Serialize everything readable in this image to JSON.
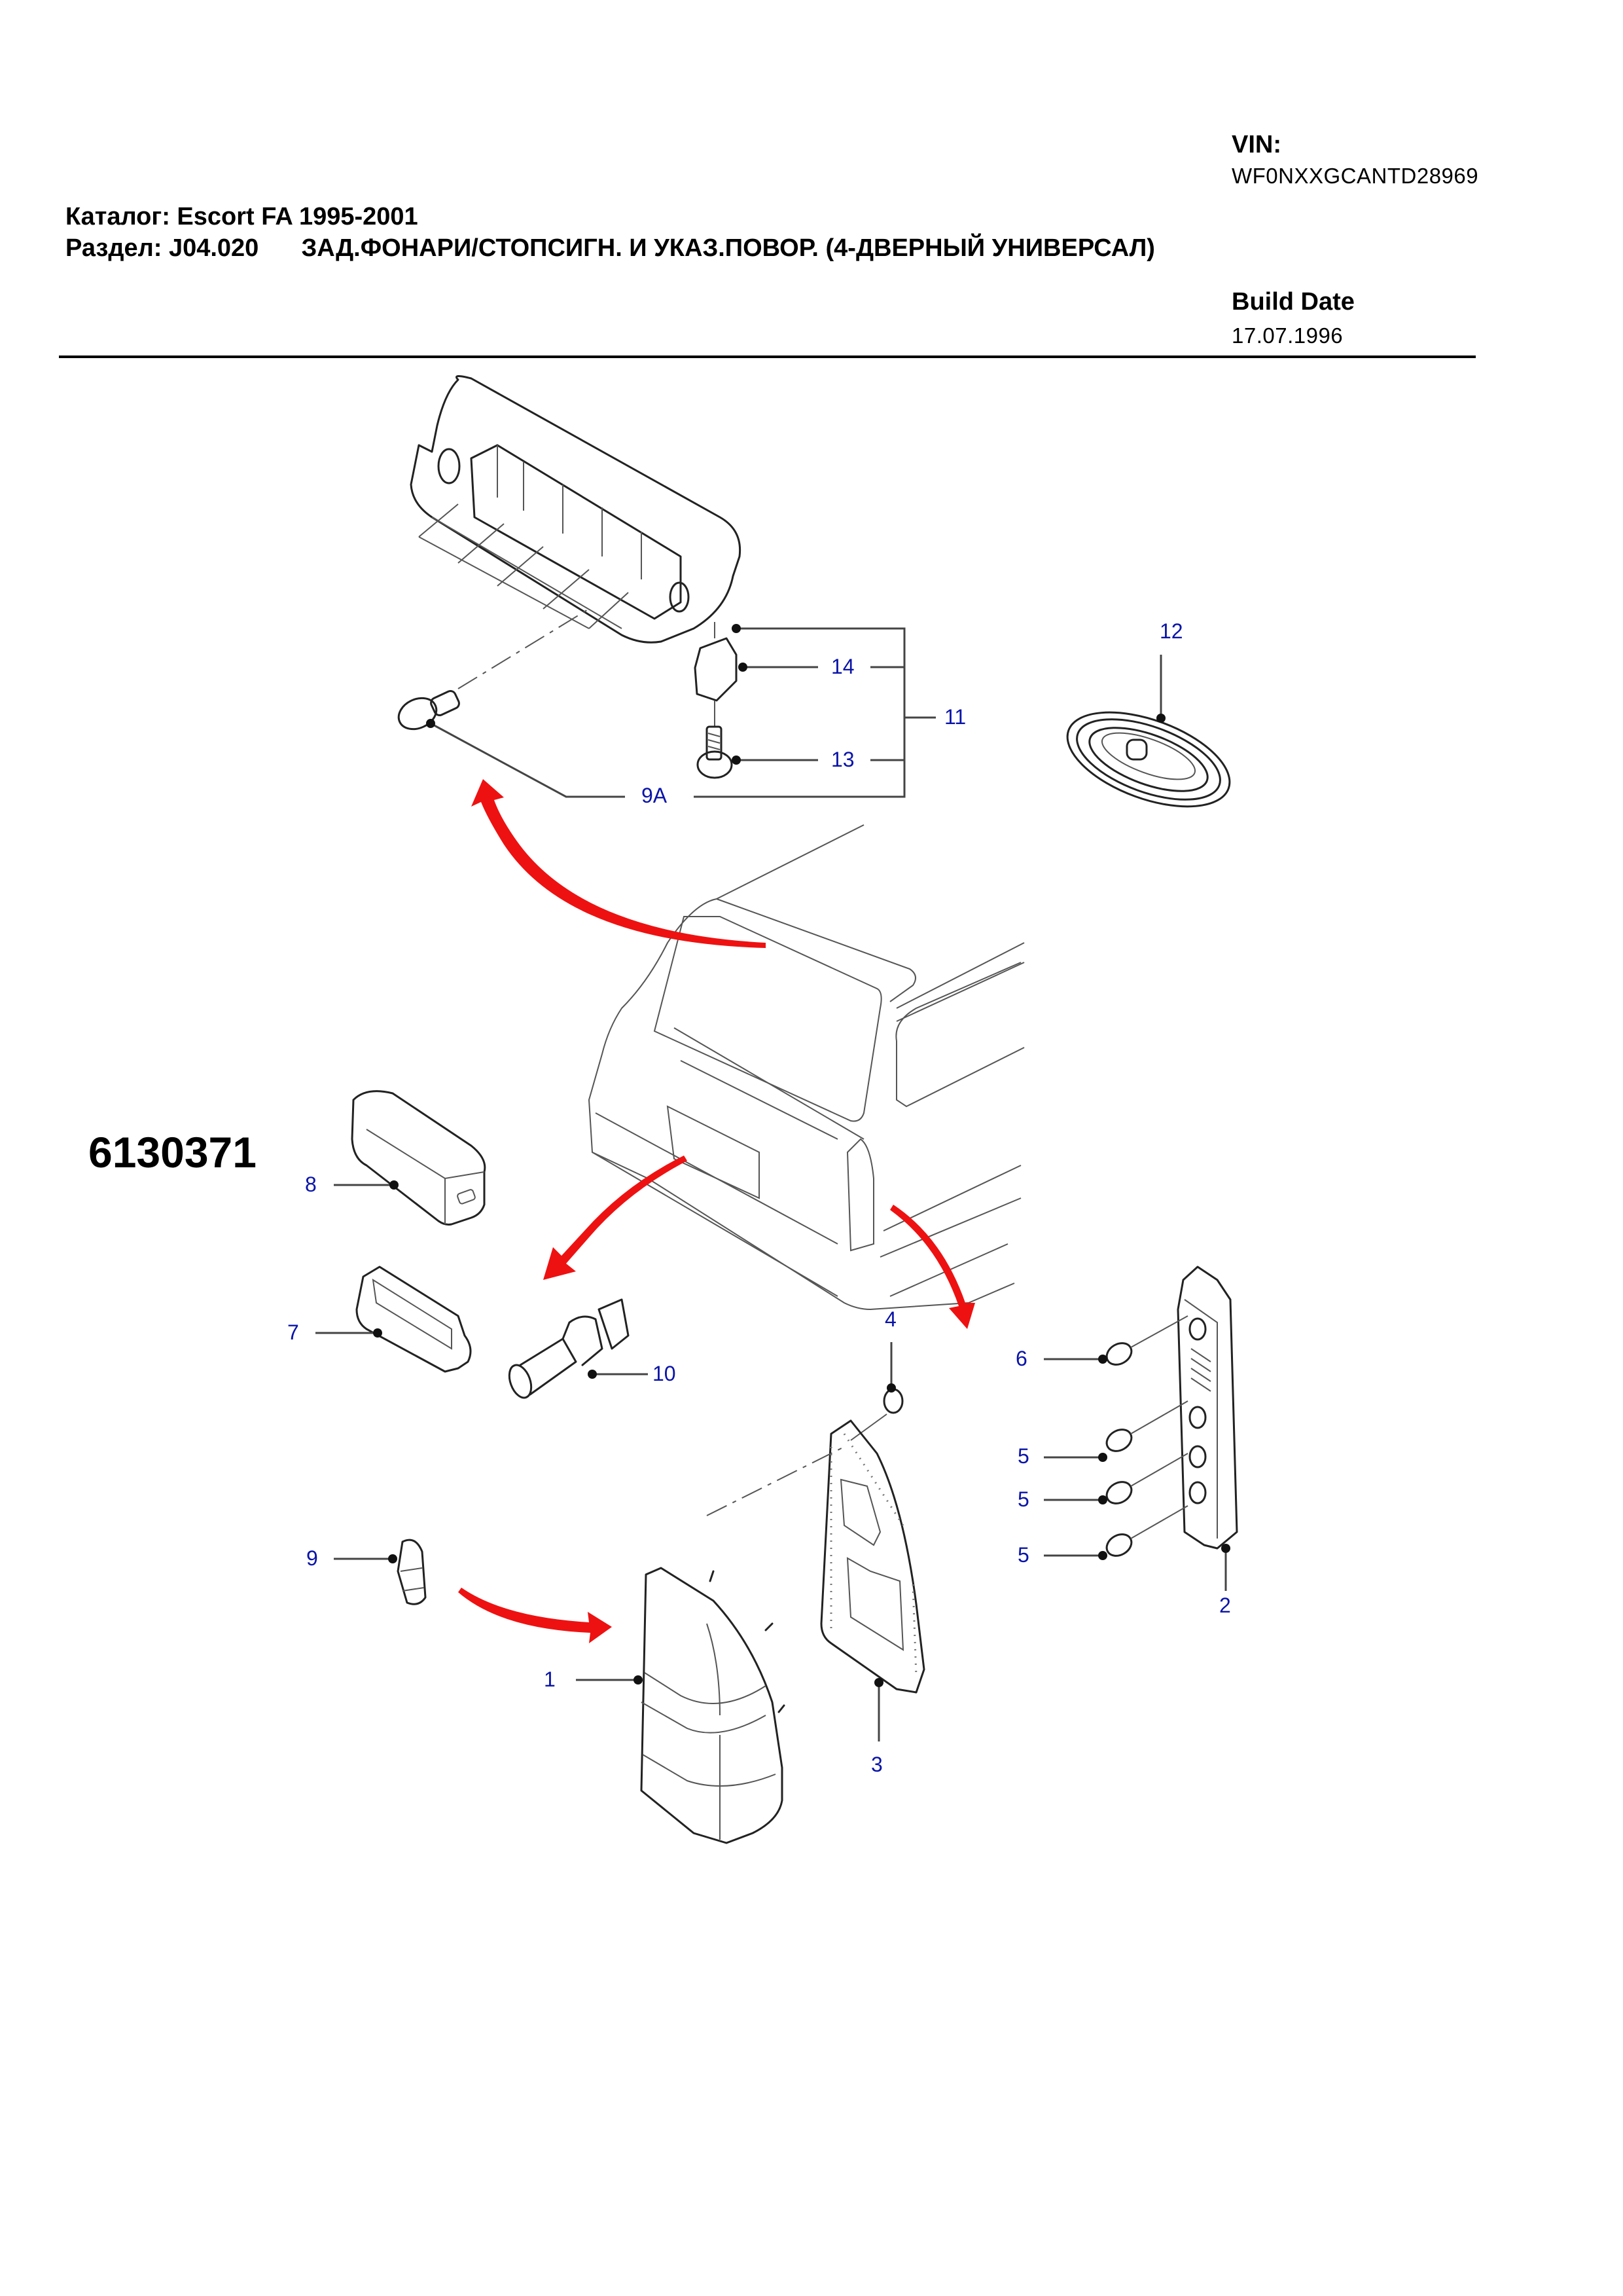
{
  "header": {
    "catalog_line": "Каталог: Escort FA 1995-2001",
    "section_code": "Раздел: J04.020",
    "section_title": "ЗАД.ФОНАРИ/СТОПСИГН. И УКАЗ.ПОВОР. (4-ДВЕРНЫЙ УНИВЕРСАЛ)",
    "vin_label": "VIN:",
    "vin_value": "WF0NXXGCANTD28969",
    "build_date_label": "Build Date",
    "build_date_value": "17.07.1996"
  },
  "diagram": {
    "part_number": "6130371",
    "accent_color": "#ee1111",
    "callout_color": "#0a14a8",
    "callouts": [
      {
        "id": "14",
        "label": "14",
        "part": "clip"
      },
      {
        "id": "11",
        "label": "11",
        "part": "high-mount-stop-lamp-assembly"
      },
      {
        "id": "13",
        "label": "13",
        "part": "screw"
      },
      {
        "id": "9A",
        "label": "9A",
        "part": "bulb"
      },
      {
        "id": "12",
        "label": "12",
        "part": "grommet"
      },
      {
        "id": "8",
        "label": "8",
        "part": "licence-plate-lamp"
      },
      {
        "id": "7",
        "label": "7",
        "part": "lamp-housing"
      },
      {
        "id": "10",
        "label": "10",
        "part": "bulb-holder"
      },
      {
        "id": "4",
        "label": "4",
        "part": "nut"
      },
      {
        "id": "6",
        "label": "6",
        "part": "bulb"
      },
      {
        "id": "5a",
        "label": "5",
        "part": "bulb"
      },
      {
        "id": "5b",
        "label": "5",
        "part": "bulb"
      },
      {
        "id": "5c",
        "label": "5",
        "part": "bulb"
      },
      {
        "id": "2",
        "label": "2",
        "part": "bulb-carrier"
      },
      {
        "id": "9",
        "label": "9",
        "part": "bulb"
      },
      {
        "id": "1",
        "label": "1",
        "part": "rear-lamp-lens"
      },
      {
        "id": "3",
        "label": "3",
        "part": "gasket"
      }
    ]
  }
}
